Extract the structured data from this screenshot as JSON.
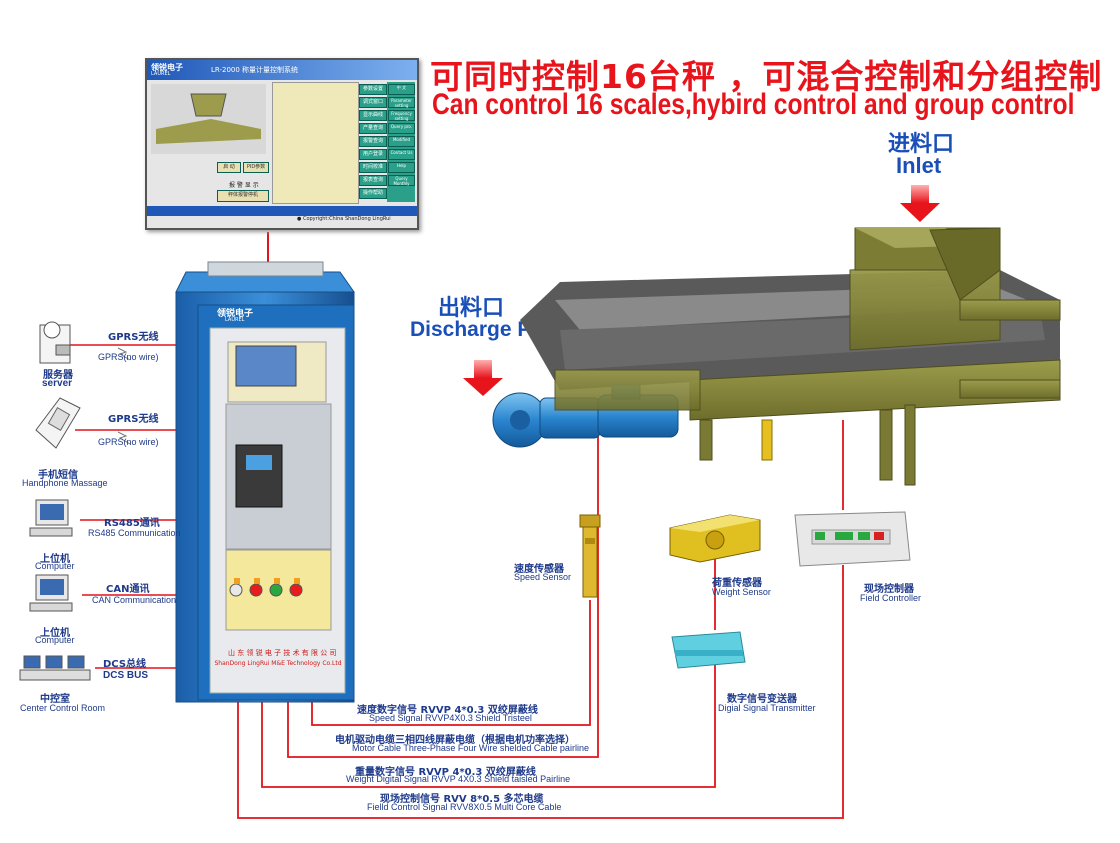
{
  "title": {
    "cn": "可同时控制16台秤 ，可混合控制和分组控制",
    "en": "Can control 16 scales,hybird control and group control"
  },
  "inlet": {
    "cn": "进料口",
    "en": "Inlet"
  },
  "discharge": {
    "cn": "出料口",
    "en": "Discharge Port"
  },
  "screen": {
    "logo_cn": "领锐电子",
    "logo_en": "LAUREL",
    "title": "LR-2000 称量计量控制系统",
    "copyright": "● Copyright:China ShanDong LingRui",
    "menu": [
      "参数设置",
      "调式窗口",
      "显示曲线",
      "产量查询",
      "报警查询",
      "用户登录",
      "时间校准",
      "报表查询",
      "操作帮助"
    ],
    "menu_en": [
      "中 文",
      "Parameter setting",
      "Frequency setting",
      "Query pro.",
      "Modified",
      "Contact Us",
      "Help",
      "Query Monthly"
    ],
    "start": "启 动",
    "pid": "PID参数",
    "alarm_info": "报 警 显 示",
    "stop": "秤体报警停机"
  },
  "cabinet": {
    "logo_cn": "领锐电子",
    "logo_en": "LAUREL",
    "company_cn": "山 东 领 锐 电 子 技 术 有 限 公 司",
    "company_en": "ShanDong LingRui M&E Technology Co.Ltd"
  },
  "devices": [
    {
      "id": "server",
      "cn": "服务器",
      "en": "server",
      "link_cn": "GPRS无线",
      "link_en": "GPRS(no wire)"
    },
    {
      "id": "handphone",
      "cn": "手机短信",
      "en": "Handphone Massage",
      "link_cn": "GPRS无线",
      "link_en": "GPRS(no wire)"
    },
    {
      "id": "computer-rs485",
      "cn": "上位机",
      "en": "Computer",
      "link_cn": "RS485通讯",
      "link_en": "RS485 Communication"
    },
    {
      "id": "computer-can",
      "cn": "上位机",
      "en": "Computer",
      "link_cn": "CAN通讯",
      "link_en": "CAN Communication"
    },
    {
      "id": "control-room",
      "cn": "中控室",
      "en": "Center Control Room",
      "link_cn": "DCS总线",
      "link_en": "DCS BUS"
    }
  ],
  "sensors": {
    "speed": {
      "cn": "速度传感器",
      "en": "Speed Sensor"
    },
    "weight": {
      "cn": "荷重传感器",
      "en": "Weight Sensor"
    },
    "field": {
      "cn": "现场控制器",
      "en": "Field Controller"
    },
    "transmitter": {
      "cn": "数字信号变送器",
      "en": "Digial Signal Transmitter"
    }
  },
  "cables": [
    {
      "cn": "速度数字信号 RVVP 4*0.3 双绞屏蔽线",
      "en": "Speed Signal RVVP4X0.3 Shield Tristeel"
    },
    {
      "cn": "电机驱动电缆三相四线屏蔽电缆（根据电机功率选择）",
      "en": "Motor Cable Three-Phase Four Wire shelded Cable pairline"
    },
    {
      "cn": "重量数字信号 RVVP 4*0.3 双绞屏蔽线",
      "en": "Weight Digital Signal RVVP 4X0.3 Shield taisled Pairline"
    },
    {
      "cn": "现场控制信号 RVV 8*0.5 多芯电缆",
      "en": "Fielld Control Signal RVV8X0.5 Multi Core Cable"
    }
  ],
  "colors": {
    "accent_red": "#e8141c",
    "label_blue": "#1e3a8a",
    "cabinet_blue": "#1f6fbf",
    "wire_red": "#e0141c",
    "machine_olive": "#8a8a3a"
  }
}
